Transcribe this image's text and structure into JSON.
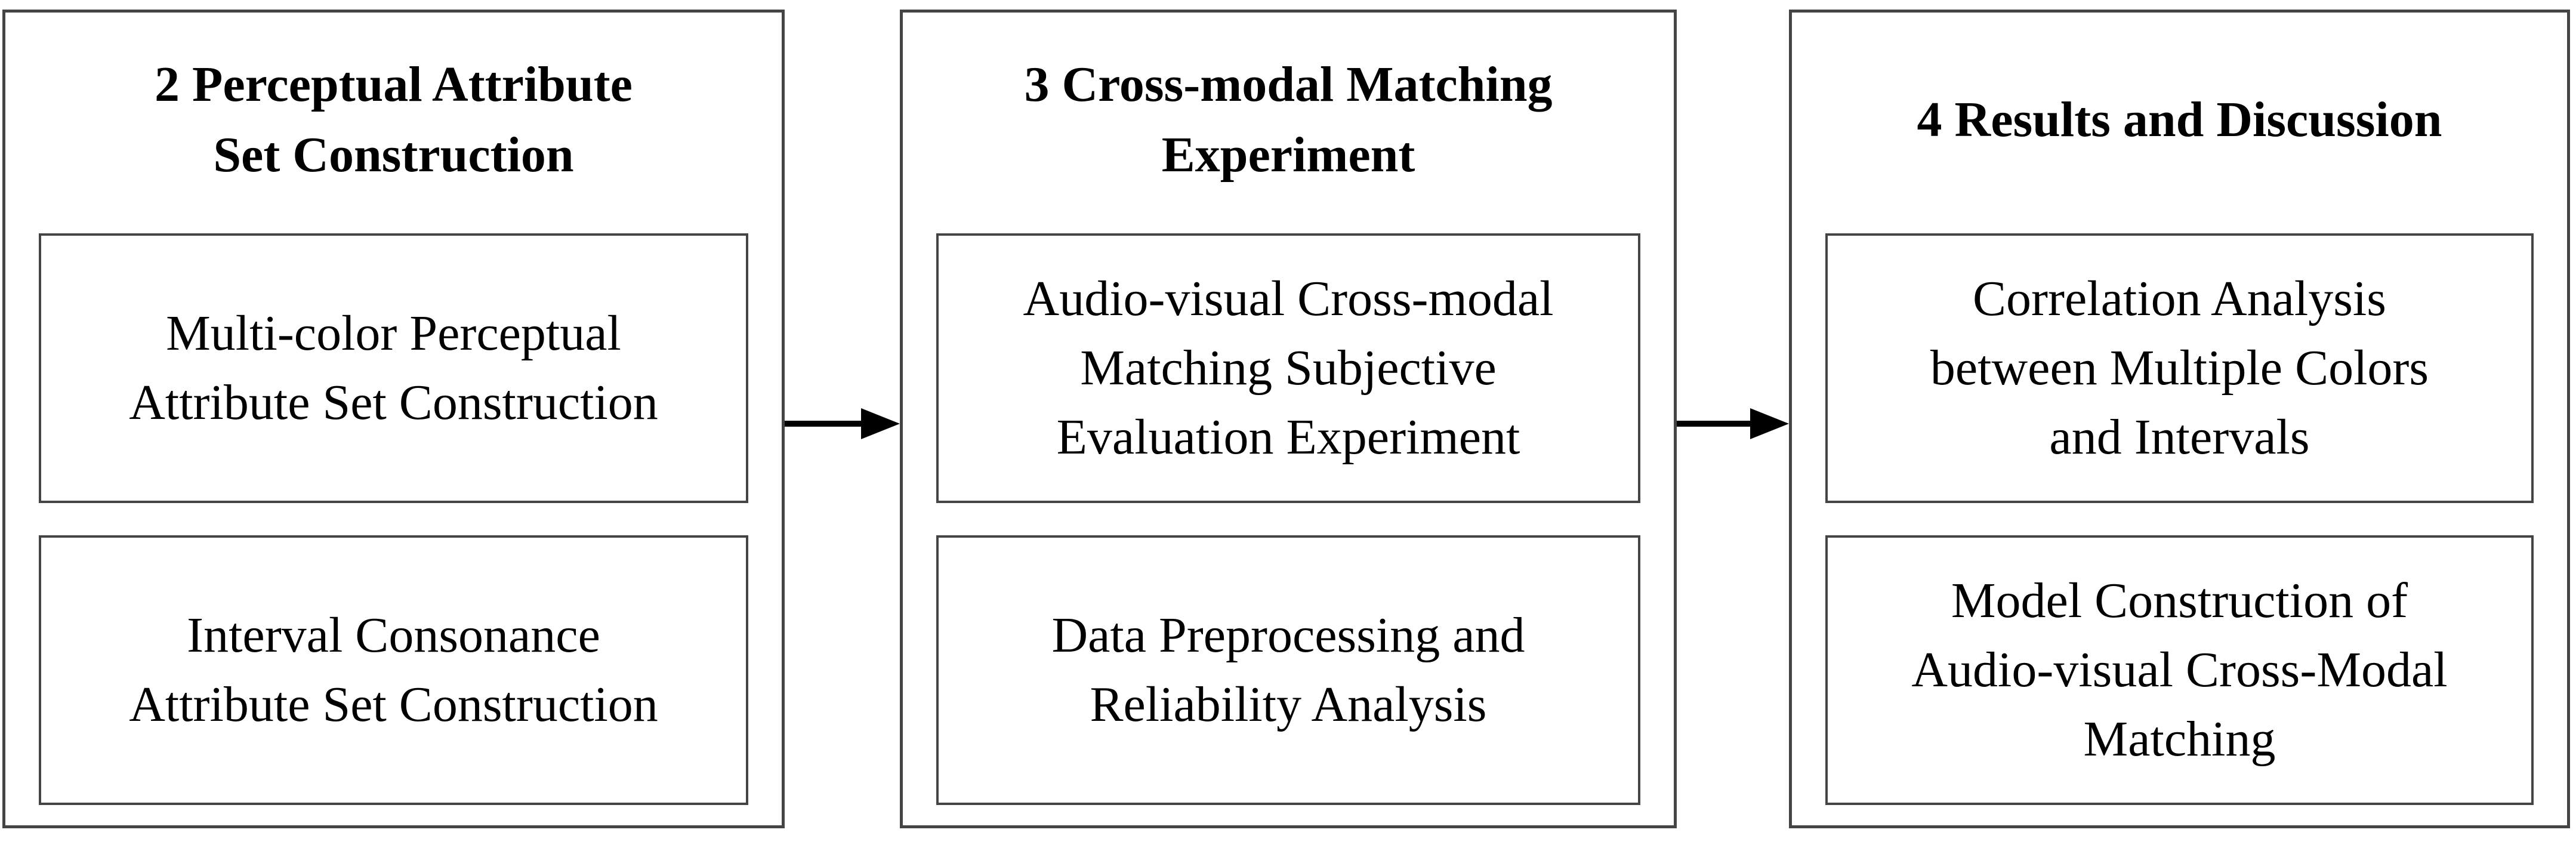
{
  "sections": [
    {
      "title": "2 Perceptual Attribute\nSet Construction",
      "items": [
        "Multi-color Perceptual\nAttribute Set Construction",
        "Interval Consonance\nAttribute Set Construction"
      ]
    },
    {
      "title": "3 Cross-modal Matching\nExperiment",
      "items": [
        "Audio-visual Cross-modal\nMatching Subjective\nEvaluation Experiment",
        "Data Preprocessing and\nReliability Analysis"
      ]
    },
    {
      "title": "4 Results and Discussion",
      "items": [
        "Correlation Analysis\nbetween Multiple Colors\nand Intervals",
        "Model Construction of\nAudio-visual Cross-Modal\nMatching"
      ]
    }
  ],
  "colors": {
    "border": "#444444",
    "arrow": "#000000",
    "background": "#ffffff"
  }
}
